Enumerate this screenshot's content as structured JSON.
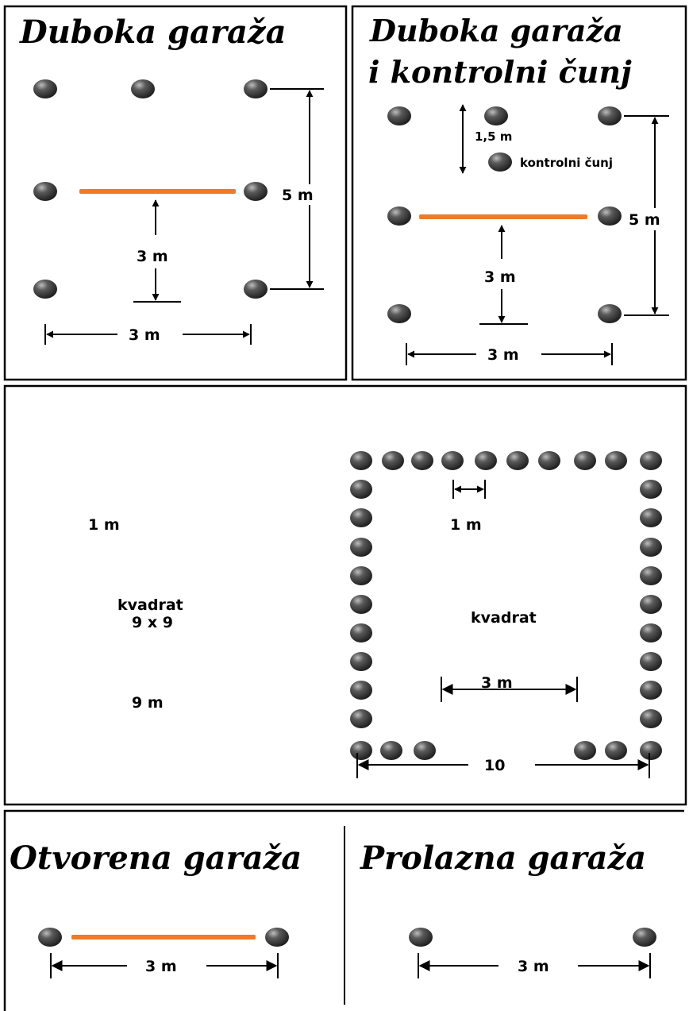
{
  "panels": {
    "deep_garage": {
      "title": "Duboka garaža",
      "dim_depth": "5 m",
      "dim_gap": "3 m",
      "dim_width": "3 m"
    },
    "deep_garage_control": {
      "title_line1": "Duboka garaža",
      "title_line2": "i kontrolni čunj",
      "dim_control": "1,5 m",
      "control_label": "kontrolni čunj",
      "dim_depth": "5 m",
      "dim_gap": "3 m",
      "dim_width": "3 m"
    },
    "square": {
      "left_spacing": "1 m",
      "left_name": "kvadrat",
      "left_size": "9 x 9",
      "left_side": "9 m",
      "inner_spacing": "1 m",
      "inner_name": "kvadrat",
      "gate_width": "3 m",
      "total_width": "10"
    },
    "open_garage": {
      "title": "Otvorena garaža",
      "dim_width": "3 m"
    },
    "through_garage": {
      "title": "Prolazna garaža",
      "dim_width": "3 m"
    }
  },
  "colors": {
    "bar": "#f07a26",
    "cone": "#3c3c3c",
    "frame": "#000000"
  }
}
